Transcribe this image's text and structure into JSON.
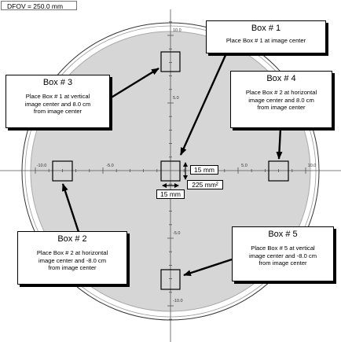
{
  "dfov_label": "DFOV = 250.0 mm",
  "axis_ticks": {
    "x_neg10": "-10.0",
    "x_neg5": "-5.0",
    "x_pos5": "5.0",
    "x_pos10": "10.0",
    "y_pos10": "10.0",
    "y_pos5": "5.0",
    "y_neg5": "-5.0",
    "y_neg10": "-10.0"
  },
  "dimension_labels": {
    "height": "15 mm",
    "width": "15 mm",
    "area": "225 mm²"
  },
  "callouts": {
    "box1": {
      "title": "Box # 1",
      "text": "Place Box # 1 at image center"
    },
    "box2": {
      "title": "Box # 2",
      "text": "Place Box # 2 at horizontal\nimage center and -8.0 cm\nfrom image center"
    },
    "box3": {
      "title": "Box # 3",
      "text": "Place Box # 1 at vertical\nimage center and 8.0 cm\nfrom image center"
    },
    "box4": {
      "title": "Box # 4",
      "text": "Place Box # 2 at horizontal\nimage center and 8.0 cm\nfrom image center"
    },
    "box5": {
      "title": "Box # 5",
      "text": "Place Box # 5 at vertical\nimage center and -8.0 cm\nfrom image center"
    }
  },
  "colors": {
    "phantom_fill": "#d6d6d6",
    "outline": "#000000",
    "axis": "#555555"
  }
}
